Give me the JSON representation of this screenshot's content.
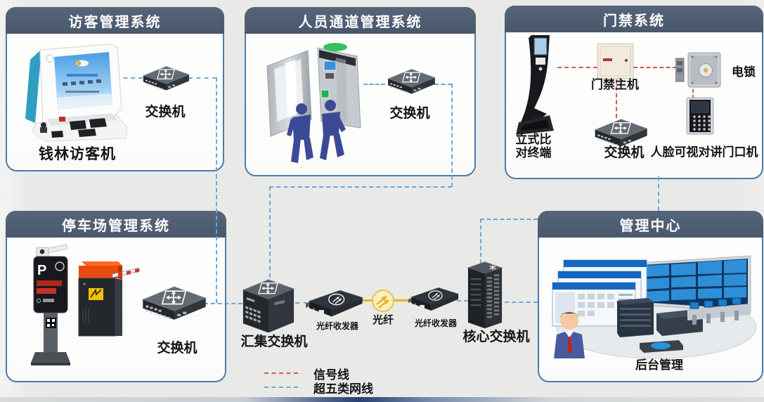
{
  "panels": {
    "visitor": {
      "title": "访客管理系统",
      "machine_label": "钱林访客机",
      "switch_label": "交换机"
    },
    "channel": {
      "title": "人员通道管理系统",
      "switch_label": "交换机"
    },
    "access": {
      "title": "门禁系统",
      "terminal_line1": "立式比",
      "terminal_line2": "对终端",
      "host_label": "门禁主机",
      "lock_label": "电锁",
      "switch_label": "交换机",
      "intercom_label": "人脸可视对讲门口机"
    },
    "parking": {
      "title": "停车场管理系统",
      "switch_label": "交换机",
      "post_letter": "P"
    },
    "management": {
      "title": "管理中心",
      "backend_label": "后台管理"
    }
  },
  "backbone": {
    "aggregation_switch_label": "汇集交换机",
    "fiber_transceiver_left_label": "光纤收发器",
    "fiber_label": "光纤",
    "fiber_transceiver_right_label": "光纤收发器",
    "core_switch_label": "核心交换机"
  },
  "legend": {
    "items": [
      {
        "label": "信号线",
        "color": "#d85555",
        "style": "dashed"
      },
      {
        "label": "超五类网线",
        "color": "#6aa8d8",
        "style": "dashed"
      }
    ]
  },
  "colors": {
    "panel_header": "#49586b",
    "panel_border": "#4a7ca8",
    "signal_line_red": "#d85555",
    "network_line_blue": "#6aa8d8",
    "fiber_line_yellow": "#f2b203",
    "label_text": "#141414"
  }
}
